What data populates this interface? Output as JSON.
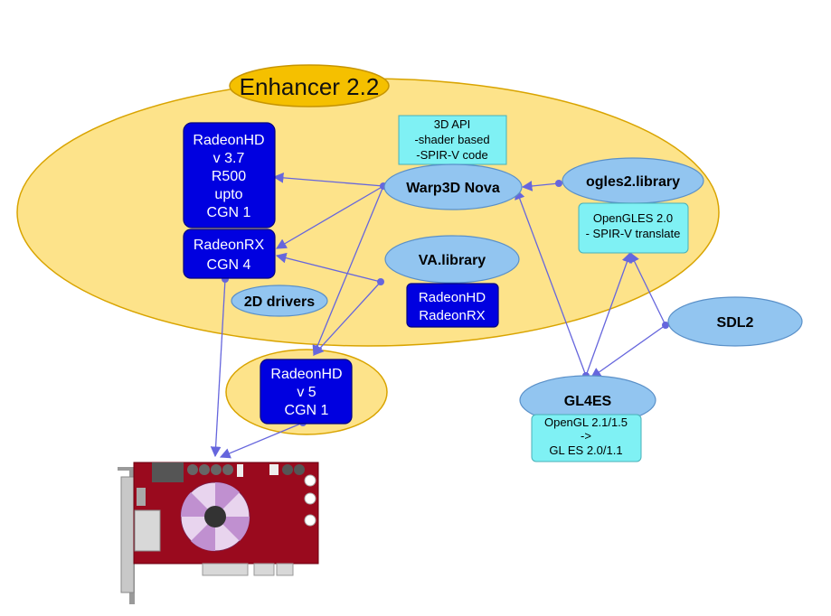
{
  "title": "Enhancer 2.2",
  "nodes": {
    "radeonhd_old": [
      "RadeonHD",
      "v 3.7",
      "R500",
      "upto",
      "CGN 1"
    ],
    "radeonrx": [
      "RadeonRX",
      "CGN 4"
    ],
    "drivers_2d": "2D drivers",
    "warp3d": "Warp3D Nova",
    "api_note": [
      "3D API",
      "-shader based",
      "-SPIR-V code"
    ],
    "ogles2": "ogles2.library",
    "ogles2_note": [
      "OpenGLES 2.0",
      "- SPIR-V translate"
    ],
    "valib": "VA.library",
    "valib_note": [
      "RadeonHD",
      "RadeonRX"
    ],
    "sdl2": "SDL2",
    "gl4es": "GL4ES",
    "gl4es_note": [
      "OpenGL 2.1/1.5",
      "->",
      "GL ES 2.0/1.1"
    ],
    "radeonhd_v5": [
      "RadeonHD",
      "v 5",
      "CGN 1"
    ]
  },
  "colors": {
    "enhancer_fill": "#fde38a",
    "enhancer_stroke": "#d9a400",
    "title_fill": "#f5c000",
    "node_fill": "#92c5f0",
    "node_stroke": "#5a90c8",
    "driver_fill": "#0000e0",
    "driver_stroke": "#000080",
    "note_fill": "#7ff1f4",
    "arrow": "#6666dd",
    "card_red": "#9a0a1e",
    "fan_purple": "#c090d0"
  }
}
